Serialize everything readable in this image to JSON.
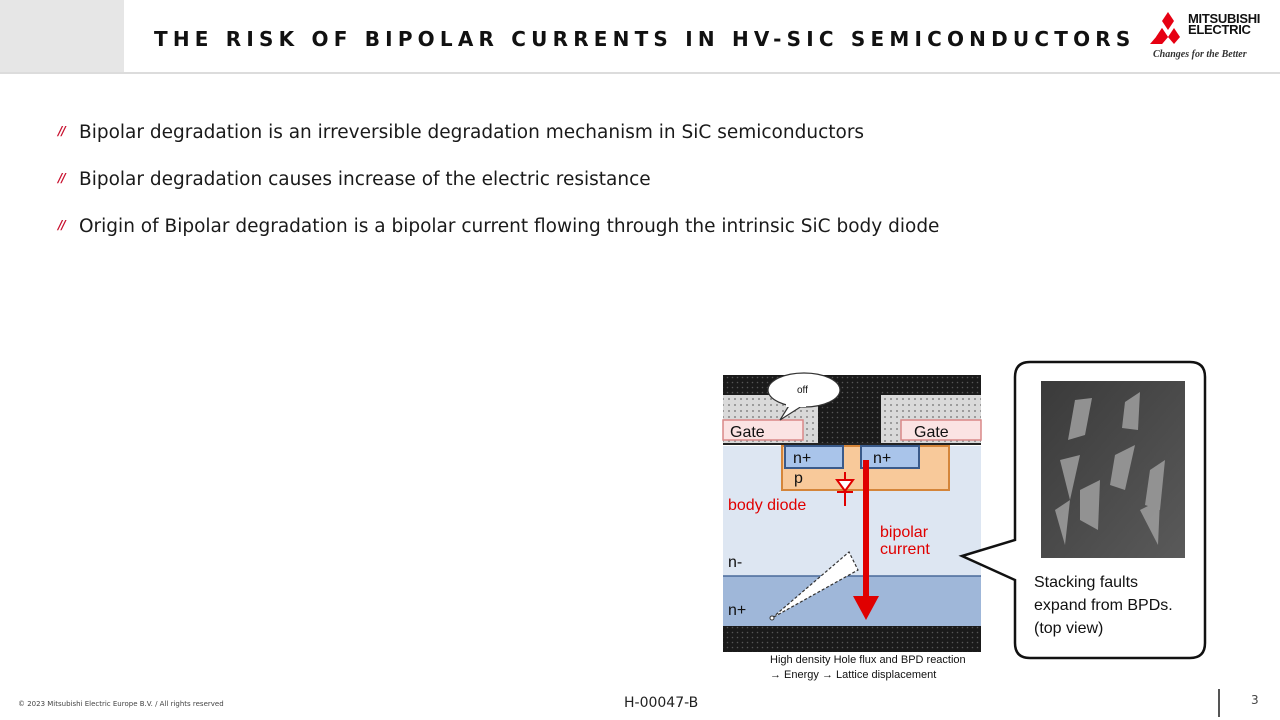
{
  "header": {
    "title": "THE RISK OF BIPOLAR CURRENTS IN HV-SIC SEMICONDUCTORS",
    "logo": {
      "line1": "MITSUBISHI",
      "line2": "ELECTRIC",
      "tagline": "Changes for the Better",
      "icon": "three-diamonds-logo",
      "color": "#e60012"
    }
  },
  "bullets": [
    {
      "mark": "//",
      "text": "Bipolar degradation is an irreversible degradation mechanism in SiC semiconductors"
    },
    {
      "mark": "//",
      "text": "Bipolar degradation causes increase of the electric resistance"
    },
    {
      "mark": "//",
      "text": "Origin of Bipolar degradation is a bipolar current flowing through the intrinsic SiC body diode"
    }
  ],
  "figure": {
    "off_label": "off",
    "gate_left": "Gate",
    "gate_right": "Gate",
    "nplus_left": "n+",
    "nplus_right": "n+",
    "p_label": "p",
    "body_diode": "body diode",
    "bipolar_line1": "bipolar",
    "bipolar_line2": "current",
    "n_minus": "n-",
    "n_plus_sub": "n+",
    "caption_line1": "High density Hole flux and BPD reaction",
    "caption_line2": "→ Energy → Lattice displacement",
    "callout_line1": "Stacking faults",
    "callout_line2": "expand from BPDs.",
    "callout_line3": "(top view)",
    "arrow_color": "#e00000"
  },
  "footer": {
    "copyright": "© 2023 Mitsubishi Electric Europe B.V. / All rights reserved",
    "code": "H-00047-B",
    "page": "3"
  }
}
